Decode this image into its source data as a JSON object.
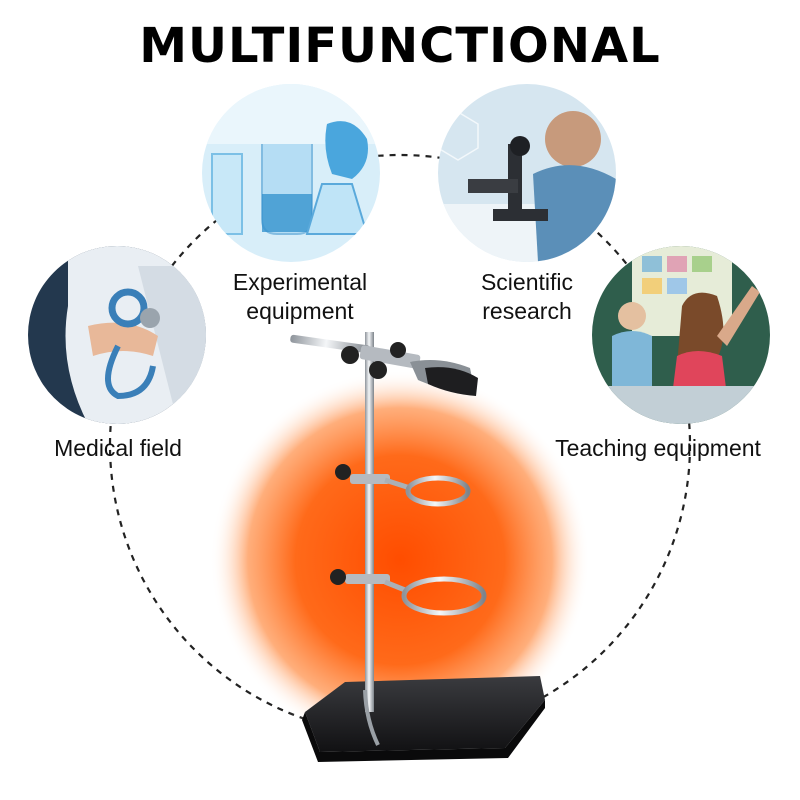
{
  "title": "MULTIFUNCTIONAL",
  "scenes": {
    "experimental": {
      "label_line1": "Experimental",
      "label_line2": "equipment"
    },
    "scientific": {
      "label_line1": "Scientific",
      "label_line2": "research"
    },
    "medical": {
      "label": "Medical field"
    },
    "teaching": {
      "label": "Teaching equipment"
    }
  },
  "colors": {
    "glow": "#ff6a1a",
    "stand_metal": "#cfd3d8",
    "base_black": "#1b1b1d",
    "dash_line": "#222222",
    "lab_blue": "#5fb3e3"
  }
}
